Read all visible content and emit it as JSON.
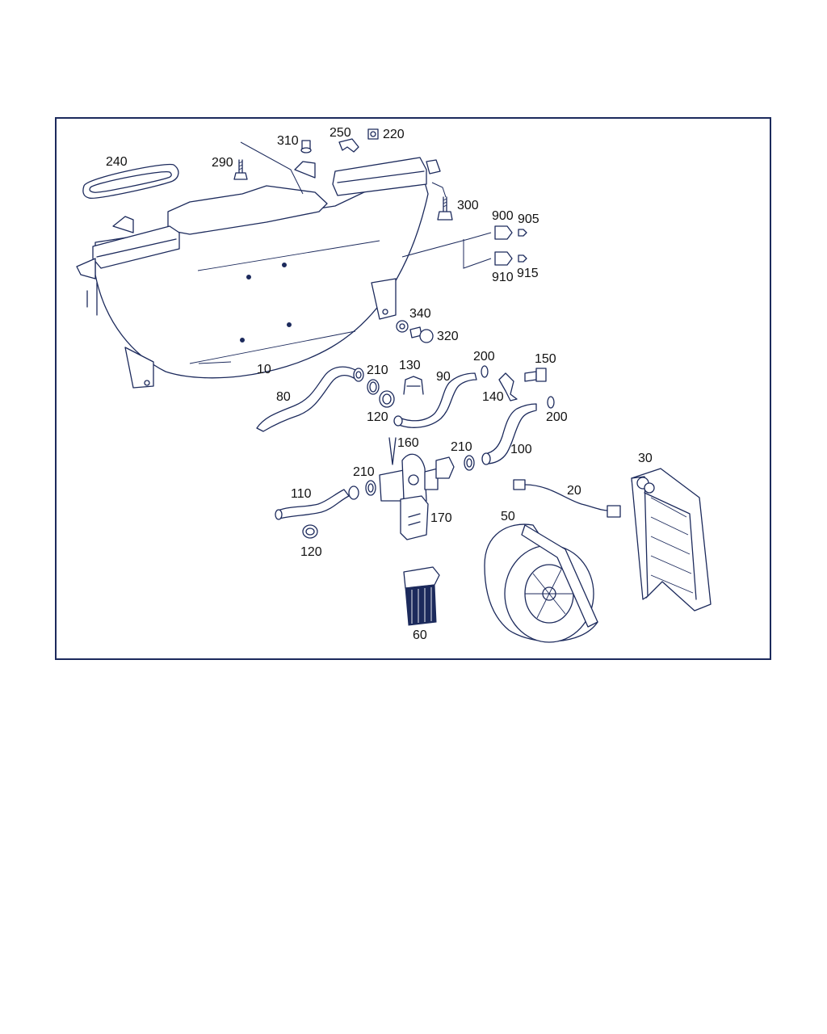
{
  "diagram": {
    "callouts": [
      {
        "id": "c10",
        "text": "10"
      },
      {
        "id": "c20",
        "text": "20"
      },
      {
        "id": "c30",
        "text": "30"
      },
      {
        "id": "c50",
        "text": "50"
      },
      {
        "id": "c60",
        "text": "60"
      },
      {
        "id": "c80",
        "text": "80"
      },
      {
        "id": "c90",
        "text": "90"
      },
      {
        "id": "c100",
        "text": "100"
      },
      {
        "id": "c110",
        "text": "110"
      },
      {
        "id": "c120a",
        "text": "120"
      },
      {
        "id": "c120b",
        "text": "120"
      },
      {
        "id": "c130",
        "text": "130"
      },
      {
        "id": "c140",
        "text": "140"
      },
      {
        "id": "c150",
        "text": "150"
      },
      {
        "id": "c160",
        "text": "160"
      },
      {
        "id": "c170",
        "text": "170"
      },
      {
        "id": "c200a",
        "text": "200"
      },
      {
        "id": "c200b",
        "text": "200"
      },
      {
        "id": "c210a",
        "text": "210"
      },
      {
        "id": "c210b",
        "text": "210"
      },
      {
        "id": "c210c",
        "text": "210"
      },
      {
        "id": "c220",
        "text": "220"
      },
      {
        "id": "c240",
        "text": "240"
      },
      {
        "id": "c250",
        "text": "250"
      },
      {
        "id": "c290",
        "text": "290"
      },
      {
        "id": "c300",
        "text": "300"
      },
      {
        "id": "c310",
        "text": "310"
      },
      {
        "id": "c320",
        "text": "320"
      },
      {
        "id": "c340",
        "text": "340"
      },
      {
        "id": "c900",
        "text": "900"
      },
      {
        "id": "c905",
        "text": "905"
      },
      {
        "id": "c910",
        "text": "910"
      },
      {
        "id": "c915",
        "text": "915"
      }
    ],
    "line_color": "#1c2a5c"
  }
}
